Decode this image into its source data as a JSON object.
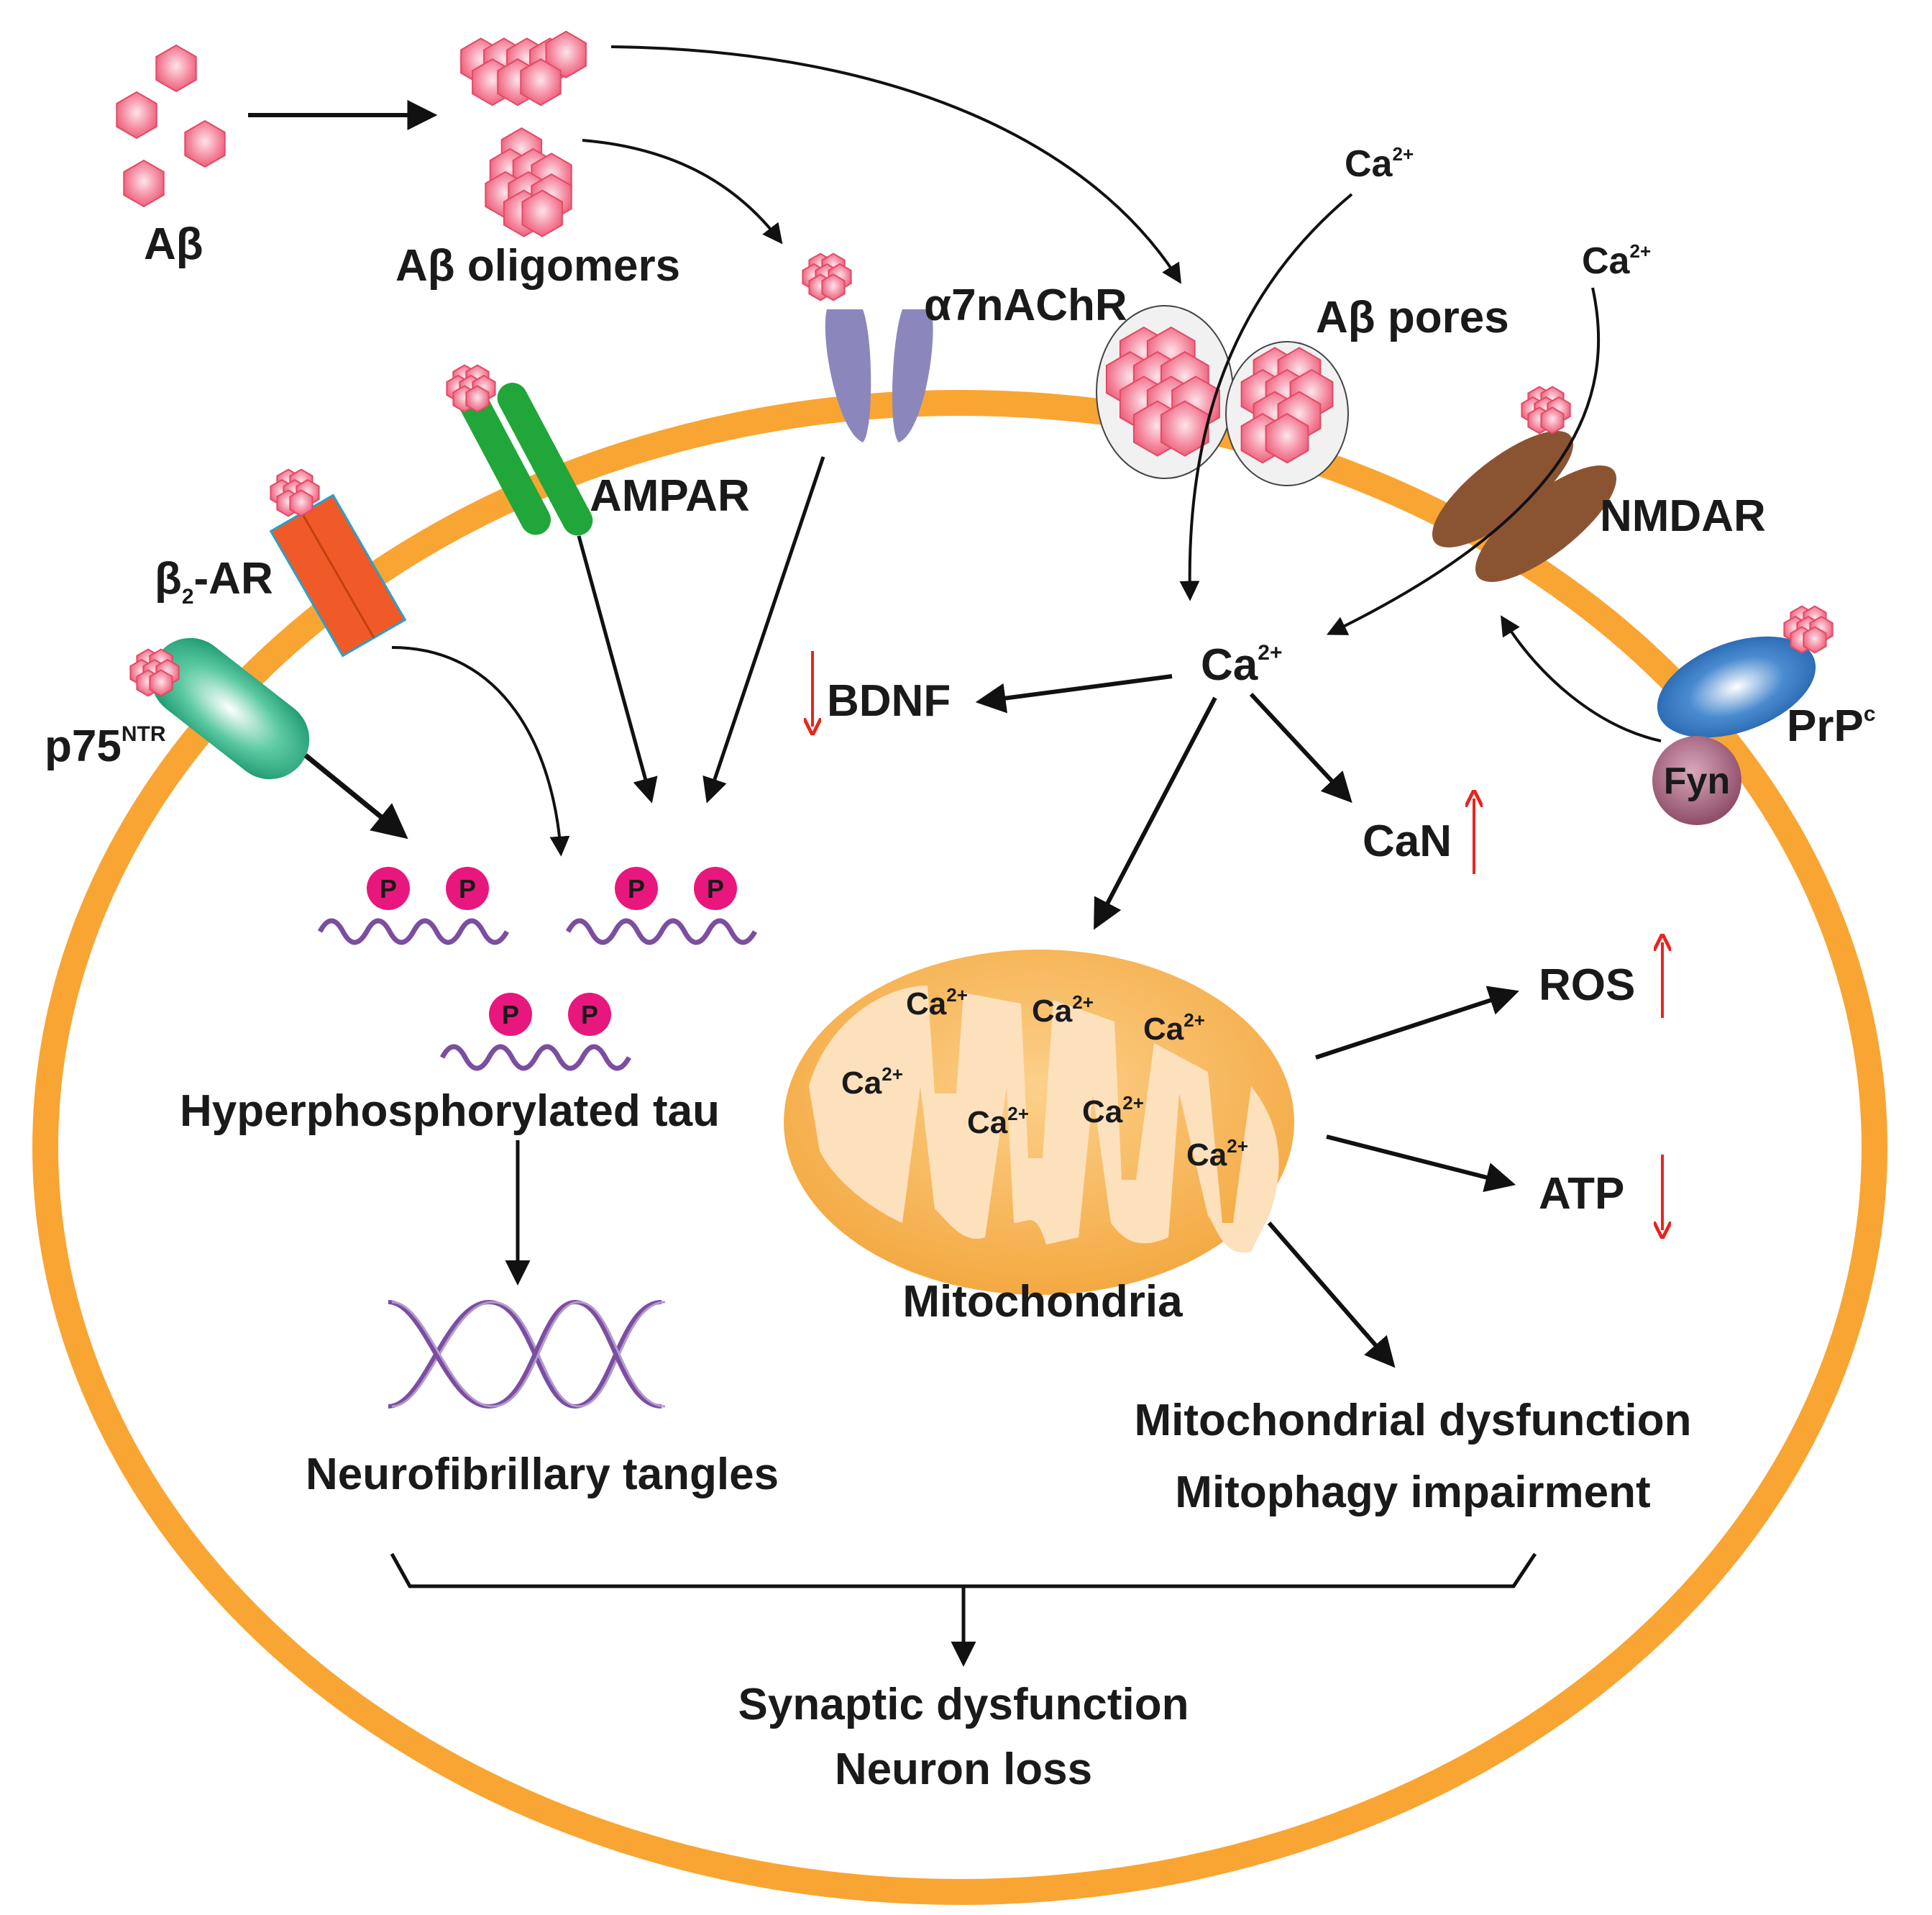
{
  "labels": {
    "abeta": "Aβ",
    "abeta_oligomers": "Aβ oligomers",
    "a7nachr": "α7nAChR",
    "abeta_pores": "Aβ pores",
    "ampar": "AMPAR",
    "nmdar": "NMDAR",
    "b2ar_base": "β",
    "b2ar_sub": "2",
    "b2ar_suffix": "-AR",
    "p75_base": "p75",
    "p75_sup": "NTR",
    "ca_base": "Ca",
    "ca_sup": "2+",
    "bdnf": "BDNF",
    "can": "CaN",
    "prpc_base": "PrP",
    "prpc_sup": "c",
    "fyn": "Fyn",
    "ros": "ROS",
    "atp": "ATP",
    "phospho": "P",
    "hyperphosphorylated_tau": "Hyperphosphorylated tau",
    "neurofibrillary_tangles": "Neurofibrillary tangles",
    "mitochondria": "Mitochondria",
    "mito_dysfunction": "Mitochondrial dysfunction",
    "mitophagy": "Mitophagy impairment",
    "synaptic_dysfunction": "Synaptic dysfunction",
    "neuron_loss": "Neuron loss"
  },
  "colors": {
    "membrane": "#f9a533",
    "abeta_fill": "#f26b84",
    "abeta_light": "#fbd0d8",
    "a7nachr": "#8b86bb",
    "ampar": "#21a63a",
    "nmdar": "#8a5433",
    "b2ar": "#f05a28",
    "p75": "#2fae86",
    "prpc": "#2f6fb5",
    "fyn": "#8e4d68",
    "phospho": "#e8177d",
    "tau": "#7b4ea0",
    "mito_outer": "#f7b24a",
    "mito_inner": "#fde1bd",
    "up_down_arrow": "#e8241f",
    "arrow": "#111111"
  }
}
